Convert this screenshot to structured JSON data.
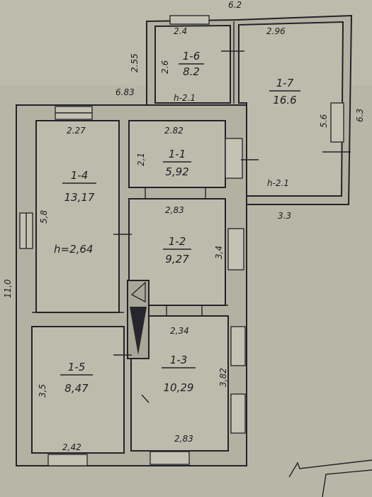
{
  "rooms": {
    "r1_1": {
      "id": "1-1",
      "area": "5,92"
    },
    "r1_2": {
      "id": "1-2",
      "area": "9,27"
    },
    "r1_3": {
      "id": "1-3",
      "area": "10,29"
    },
    "r1_4": {
      "id": "1-4",
      "area": "13,17"
    },
    "r1_5": {
      "id": "1-5",
      "area": "8,47"
    },
    "r1_6": {
      "id": "1-6",
      "area": "8.2"
    },
    "r1_7": {
      "id": "1-7",
      "area": "16.6"
    }
  },
  "dims": {
    "top_62": "6.2",
    "d24": "2.4",
    "d296": "2.96",
    "d255": "2.55",
    "d26": "2.6",
    "h21_a": "h-2.1",
    "d683": "6.83",
    "d56": "5.6",
    "d63": "6.3",
    "d227": "2.27",
    "d282": "2.82",
    "d21": "2,1",
    "h21_b": "h-2.1",
    "d58": "5,8",
    "d283_mid": "2,83",
    "d33": "3.3",
    "h264": "h=2,64",
    "d34": "3,4",
    "d110": "11,0",
    "d234": "2,34",
    "d35": "3,5",
    "d382": "3,82",
    "d242": "2,42",
    "d283_bot": "2,83"
  }
}
